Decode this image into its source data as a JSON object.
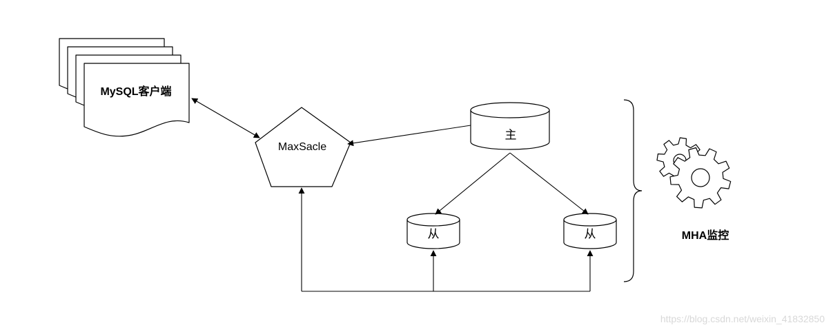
{
  "nodes": {
    "client_label": "MySQL客户端",
    "proxy_label": "MaxSacle",
    "master_label": "主",
    "slave_left_label": "从",
    "slave_right_label": "从",
    "monitor_label": "MHA监控"
  },
  "icons": {
    "monitor": "gear-icon",
    "client": "stacked-documents-icon",
    "proxy": "pentagon-icon",
    "database": "cylinder-icon"
  },
  "colors": {
    "stroke": "#000000",
    "fill": "#ffffff",
    "watermark": "#d8d8d8"
  },
  "watermark": "https://blog.csdn.net/weixin_41832850"
}
